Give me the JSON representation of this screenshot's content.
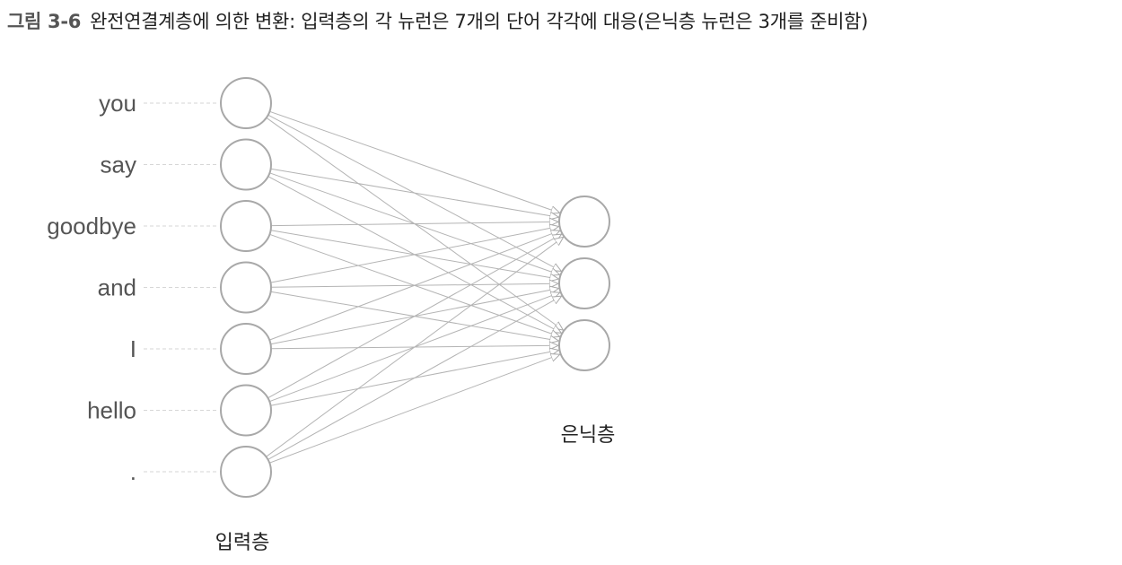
{
  "figure": {
    "number": "그림 3-6",
    "caption": "완전연결계층에 의한 변환: 입력층의 각 뉴런은 7개의 단어 각각에 대응(은닉층 뉴런은 3개를 준비함)"
  },
  "input_layer": {
    "label": "입력층",
    "words": [
      "you",
      "say",
      "goodbye",
      "and",
      "I",
      "hello",
      "."
    ]
  },
  "hidden_layer": {
    "label": "은닉층",
    "neuron_count": 3
  },
  "colors": {
    "neuron_stroke": "#a8a8a8",
    "connection": "#b4b4b4",
    "word_text": "#555555"
  }
}
